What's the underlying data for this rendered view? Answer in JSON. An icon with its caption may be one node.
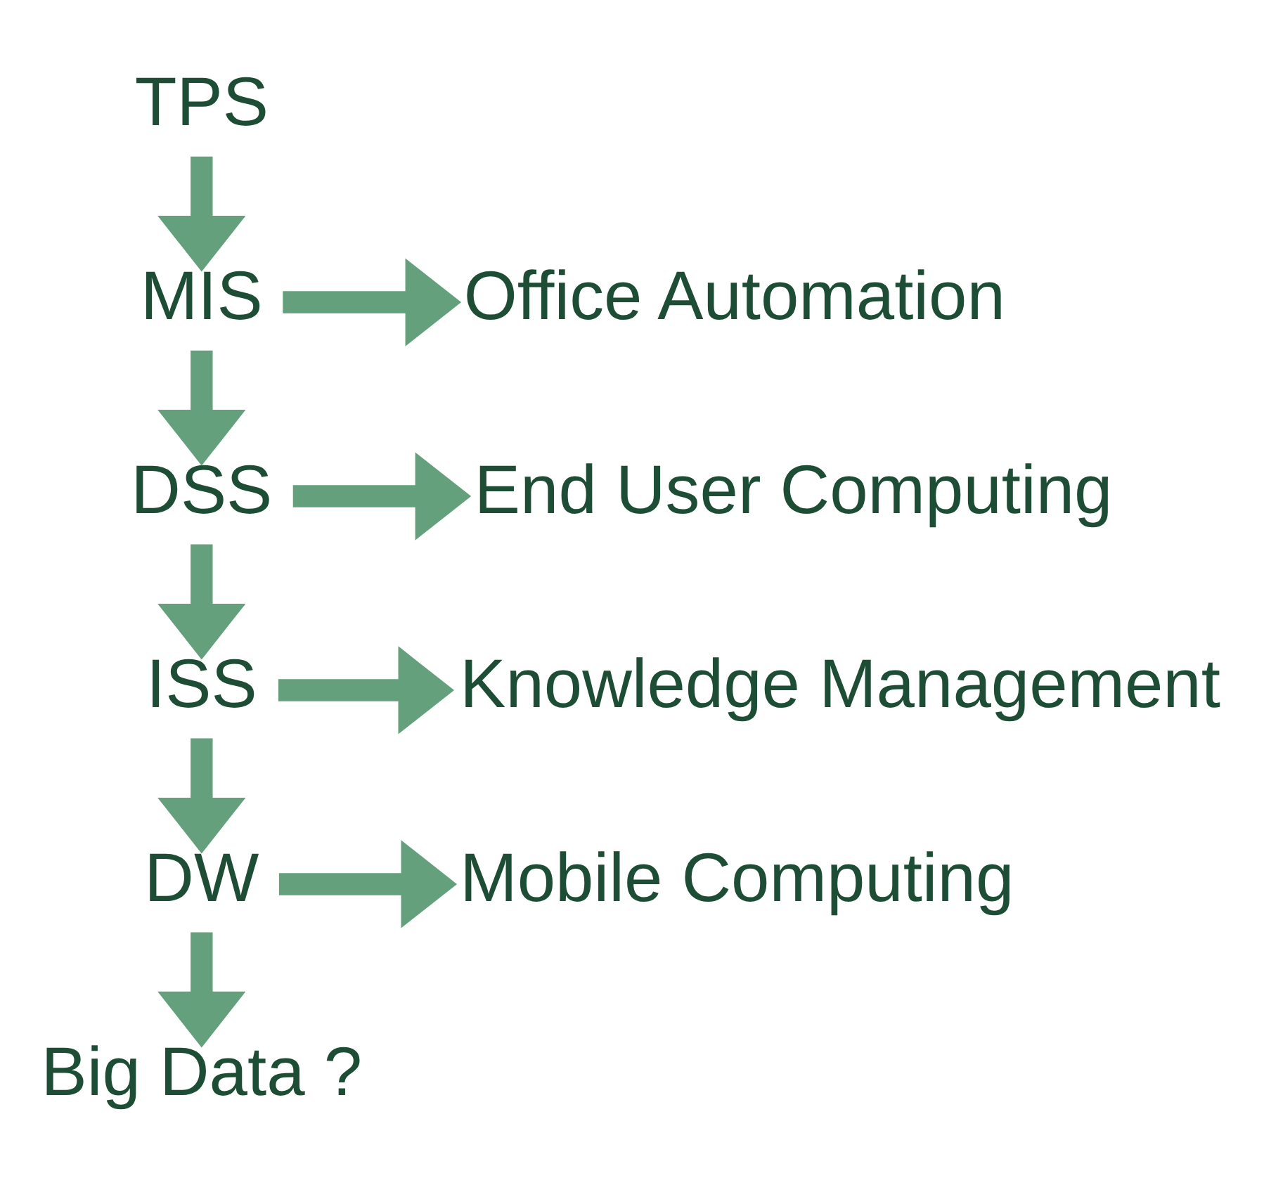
{
  "diagram": {
    "nodes": [
      {
        "text": [
          "TPS"
        ]
      },
      {
        "text": [
          "MIS"
        ]
      },
      {
        "text": [
          "Office Automation"
        ]
      },
      {
        "text": [
          "DSS"
        ]
      },
      {
        "text": [
          "End User Computing"
        ]
      },
      {
        "text": [
          "ISS"
        ]
      },
      {
        "text": [
          "Knowledge Management"
        ]
      },
      {
        "text": [
          "DW"
        ]
      },
      {
        "text": [
          "Mobile Computing"
        ]
      },
      {
        "text": [
          "Big Data ?"
        ]
      }
    ],
    "edges": [
      {
        "from": 0,
        "to": 1,
        "arrow": "to"
      },
      {
        "from": 1,
        "to": 2,
        "arrow": "to"
      },
      {
        "from": 1,
        "to": 3,
        "arrow": "to"
      },
      {
        "from": 3,
        "to": 4,
        "arrow": "to"
      },
      {
        "from": 3,
        "to": 5,
        "arrow": "to"
      },
      {
        "from": 5,
        "to": 6,
        "arrow": "to"
      },
      {
        "from": 5,
        "to": 7,
        "arrow": "to"
      },
      {
        "from": 7,
        "to": 8,
        "arrow": "to"
      },
      {
        "from": 7,
        "to": 9,
        "arrow": "to"
      }
    ]
  }
}
